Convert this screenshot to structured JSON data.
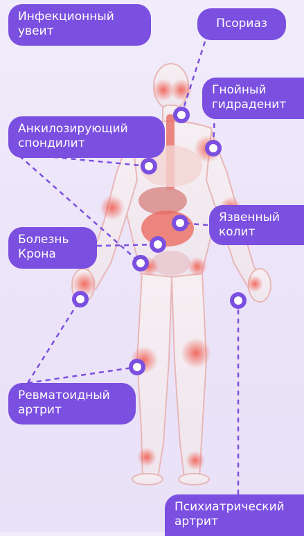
{
  "labels": {
    "uveitis": [
      "Инфекционный",
      "увеит"
    ],
    "psoriasis": [
      "Псориаз"
    ],
    "hidradenitis": [
      "Гнойный",
      "гидраденит"
    ],
    "spondylitis": [
      "Анкилозирующий",
      "спондилит"
    ],
    "colitis": [
      "Язвенный",
      "колит"
    ],
    "crohn": [
      "Болезнь",
      "Крона"
    ],
    "rheumatoid": [
      "Ревматоидный",
      "артрит"
    ],
    "psoriatic_arthritis": [
      "Психиатрический",
      "артрит"
    ]
  },
  "colors": {
    "accent": "#7b4fe0",
    "line": "#7b4fe0",
    "highlight": "#f0574a"
  }
}
